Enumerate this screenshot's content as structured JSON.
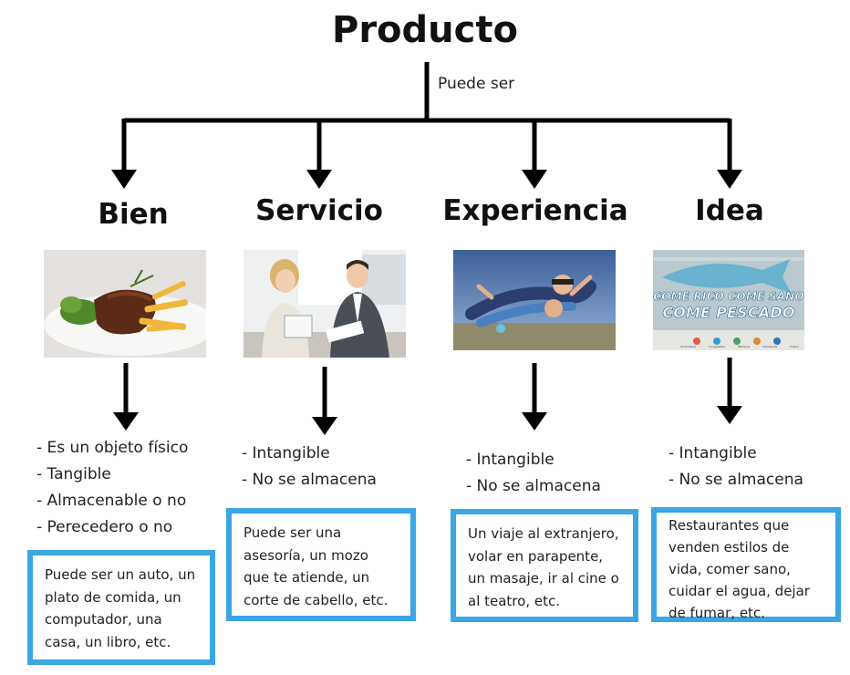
{
  "root": {
    "title": "Producto",
    "connector_label": "Puede ser"
  },
  "categories": [
    {
      "key": "bien",
      "title": "Bien",
      "bullets": [
        "- Es un objeto físico",
        "- Tangible",
        "- Almacenable o no",
        "- Perecedero o no"
      ],
      "example": [
        "Puede ser un auto, un",
        "plato de comida, un",
        "computador, una",
        "casa, un libro, etc."
      ]
    },
    {
      "key": "servicio",
      "title": "Servicio",
      "bullets": [
        "- Intangible",
        "- No se almacena"
      ],
      "example": [
        "Puede ser una",
        "asesoría, un mozo",
        "que te atiende, un",
        "corte de cabello, etc."
      ]
    },
    {
      "key": "experiencia",
      "title": "Experiencia",
      "bullets": [
        "- Intangible",
        "- No se almacena"
      ],
      "example": [
        "Un viaje al extranjero,",
        "volar en parapente,",
        "un masaje, ir al cine o",
        "al teatro, etc."
      ]
    },
    {
      "key": "idea",
      "title": "Idea",
      "bullets": [
        "- Intangible",
        "- No se almacena"
      ],
      "example": [
        "Restaurantes que",
        "venden estilos de",
        "vida, comer sano,",
        "cuidar el agua, dejar",
        "de fumar, etc."
      ],
      "poster_text": [
        "COME RICO COME SANO",
        "COME PESCADO"
      ],
      "poster_labels": [
        "Acuicultura",
        "Congelados",
        "Mariscos",
        "Conservas",
        "Fresco"
      ]
    }
  ],
  "colors": {
    "box_border": "#3aa6e3",
    "line": "#000000"
  }
}
